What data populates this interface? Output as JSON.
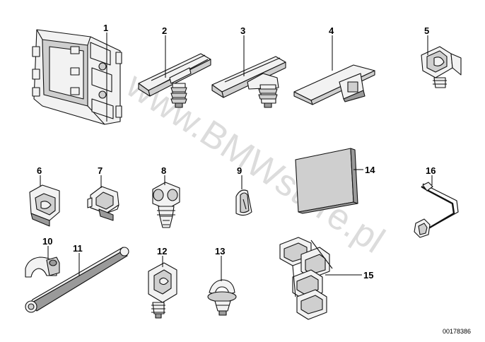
{
  "diagram": {
    "watermark": "www.BMWstore.pl",
    "reference_code": "00178386",
    "parts": [
      {
        "number": "1",
        "icon": "relay-holder-bracket-icon"
      },
      {
        "number": "2",
        "icon": "cable-strap-clip-icon"
      },
      {
        "number": "3",
        "icon": "cable-strap-clip-wide-icon"
      },
      {
        "number": "4",
        "icon": "cable-tie-clip-icon"
      },
      {
        "number": "5",
        "icon": "pipe-clip-icon"
      },
      {
        "number": "6",
        "icon": "cable-holder-icon"
      },
      {
        "number": "7",
        "icon": "cable-clamp-icon"
      },
      {
        "number": "8",
        "icon": "push-in-cable-clip-icon"
      },
      {
        "number": "9",
        "icon": "expanding-rivet-icon"
      },
      {
        "number": "10",
        "icon": "small-cable-clip-icon"
      },
      {
        "number": "11",
        "icon": "edge-protection-strip-icon"
      },
      {
        "number": "12",
        "icon": "hose-holder-clip-icon"
      },
      {
        "number": "13",
        "icon": "cable-ring-clip-icon"
      },
      {
        "number": "14",
        "icon": "adhesive-pad-icon"
      },
      {
        "number": "15",
        "icon": "multiple-cable-holder-icon"
      },
      {
        "number": "16",
        "icon": "wire-retaining-clip-icon"
      }
    ]
  }
}
